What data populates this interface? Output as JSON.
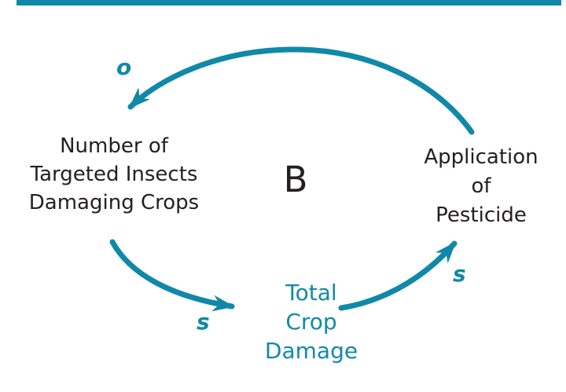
{
  "diagram": {
    "accent_color": "#1089a8",
    "text_color": "#231f20",
    "loop_label": "B",
    "nodes": {
      "insects": {
        "lines": [
          "Number of",
          "Targeted Insects",
          "Damaging Crops"
        ],
        "color": "#231f20"
      },
      "pesticide": {
        "lines": [
          "Application",
          "of",
          "Pesticide"
        ],
        "color": "#231f20"
      },
      "damage": {
        "lines": [
          "Total",
          "Crop",
          "Damage"
        ],
        "color": "#1089a8"
      }
    },
    "links": [
      {
        "from": "pesticide",
        "to": "insects",
        "polarity": "o"
      },
      {
        "from": "insects",
        "to": "damage",
        "polarity": "s"
      },
      {
        "from": "damage",
        "to": "pesticide",
        "polarity": "s"
      }
    ]
  }
}
